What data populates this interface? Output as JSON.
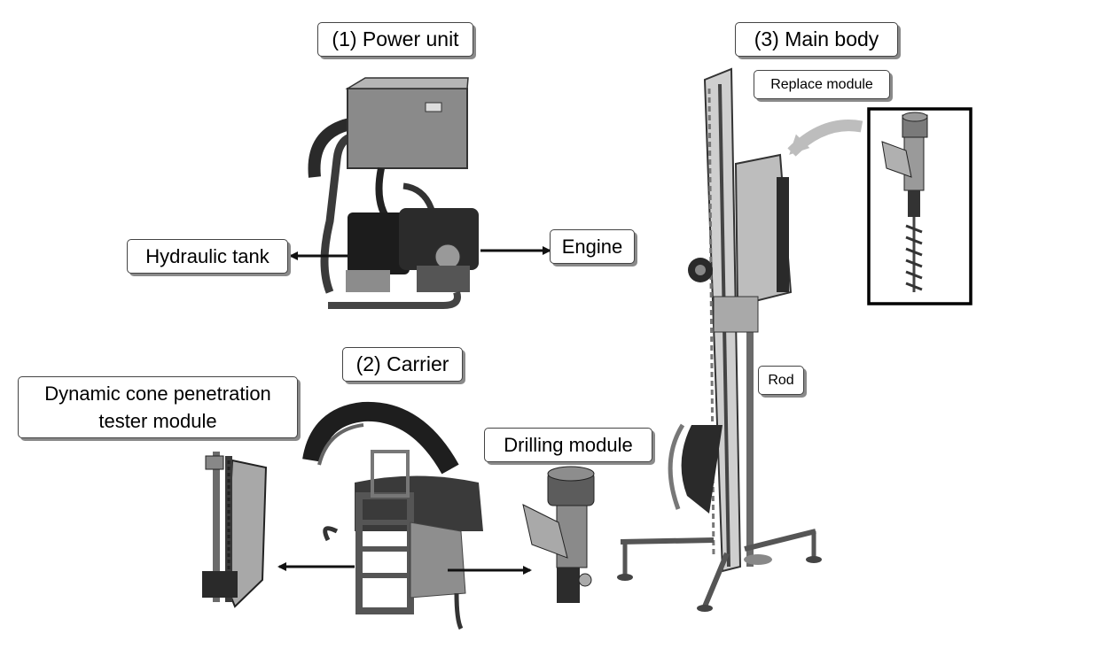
{
  "sections": {
    "power_unit": "(1) Power unit",
    "carrier": "(2) Carrier",
    "main_body": "(3) Main body"
  },
  "components": {
    "hydraulic_tank": "Hydraulic tank",
    "engine": "Engine",
    "replace_module": "Replace module",
    "rod": "Rod",
    "dcp_module": "Dynamic cone penetration tester module",
    "drilling_module": "Drilling module"
  },
  "colors": {
    "label_border": "#444444",
    "label_shadow": "#8a8a8a",
    "arrow": "#111111",
    "curved_arrow": "#bdbdbd"
  }
}
